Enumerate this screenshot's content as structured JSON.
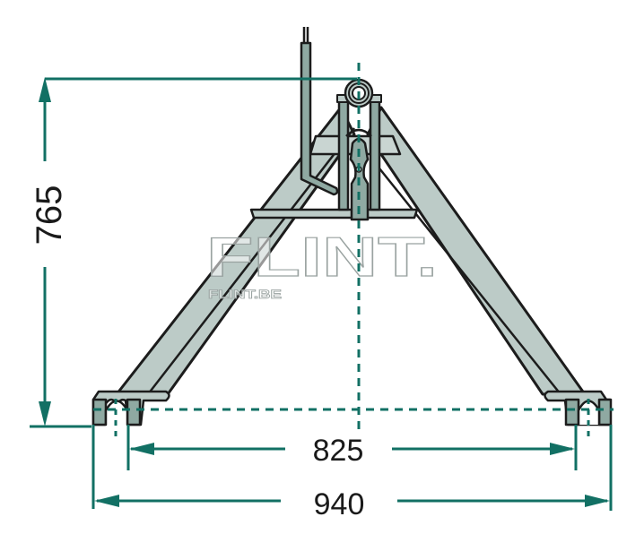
{
  "drawing": {
    "subject": "Three-point linkage A-frame (triangle coupler)",
    "units": "mm",
    "colors": {
      "dimension_line": "#127064",
      "frame_fill": "#bccbc7",
      "frame_dark_fill": "#8fa9a2",
      "outline": "#1c1c1c",
      "centerline": "#127064",
      "background": "#ffffff"
    }
  },
  "dimensions": {
    "height": {
      "value": "765",
      "orientation": "vertical"
    },
    "inner_width": {
      "value": "825",
      "orientation": "horizontal"
    },
    "outer_width": {
      "value": "940",
      "orientation": "horizontal"
    }
  },
  "watermark": {
    "logo_text": "FLINT.",
    "url_text": "FLINT.BE"
  }
}
